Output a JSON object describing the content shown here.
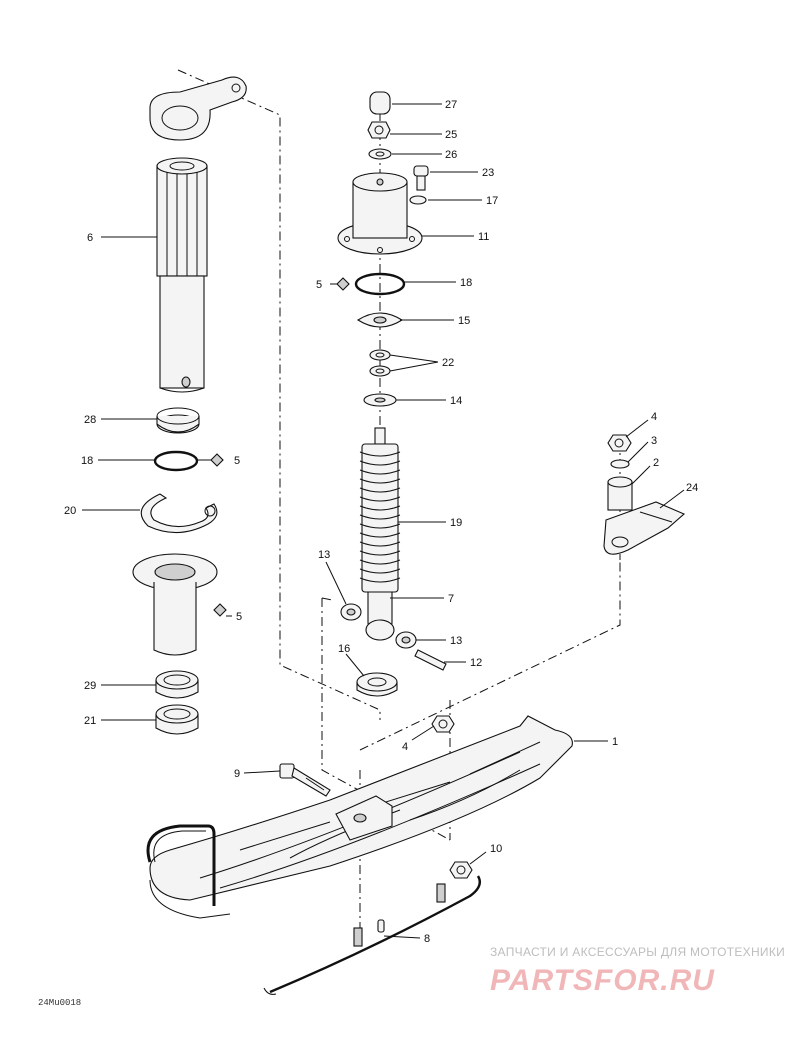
{
  "diagram": {
    "drawing_code": "24Mu0018",
    "watermark": {
      "tagline": "ЗАПЧАСТИ И АКСЕССУАРЫ ДЛЯ МОТОТЕХНИКИ",
      "logo": "PARTSFOR.RU"
    },
    "callouts": {
      "c27": "27",
      "c25": "25",
      "c26": "26",
      "c23": "23",
      "c17": "17",
      "c11": "11",
      "c5a": "5",
      "c18a": "18",
      "c15": "15",
      "c22": "22",
      "c14": "14",
      "c6": "6",
      "c28": "28",
      "c18b": "18",
      "c5b": "5",
      "c20": "20",
      "c5c": "5",
      "c29": "29",
      "c21": "21",
      "c4a": "4",
      "c3": "3",
      "c2": "2",
      "c24": "24",
      "c19": "19",
      "c13a": "13",
      "c7": "7",
      "c13b": "13",
      "c16": "16",
      "c12": "12",
      "c4b": "4",
      "c1": "1",
      "c9": "9",
      "c10": "10",
      "c8": "8"
    }
  }
}
